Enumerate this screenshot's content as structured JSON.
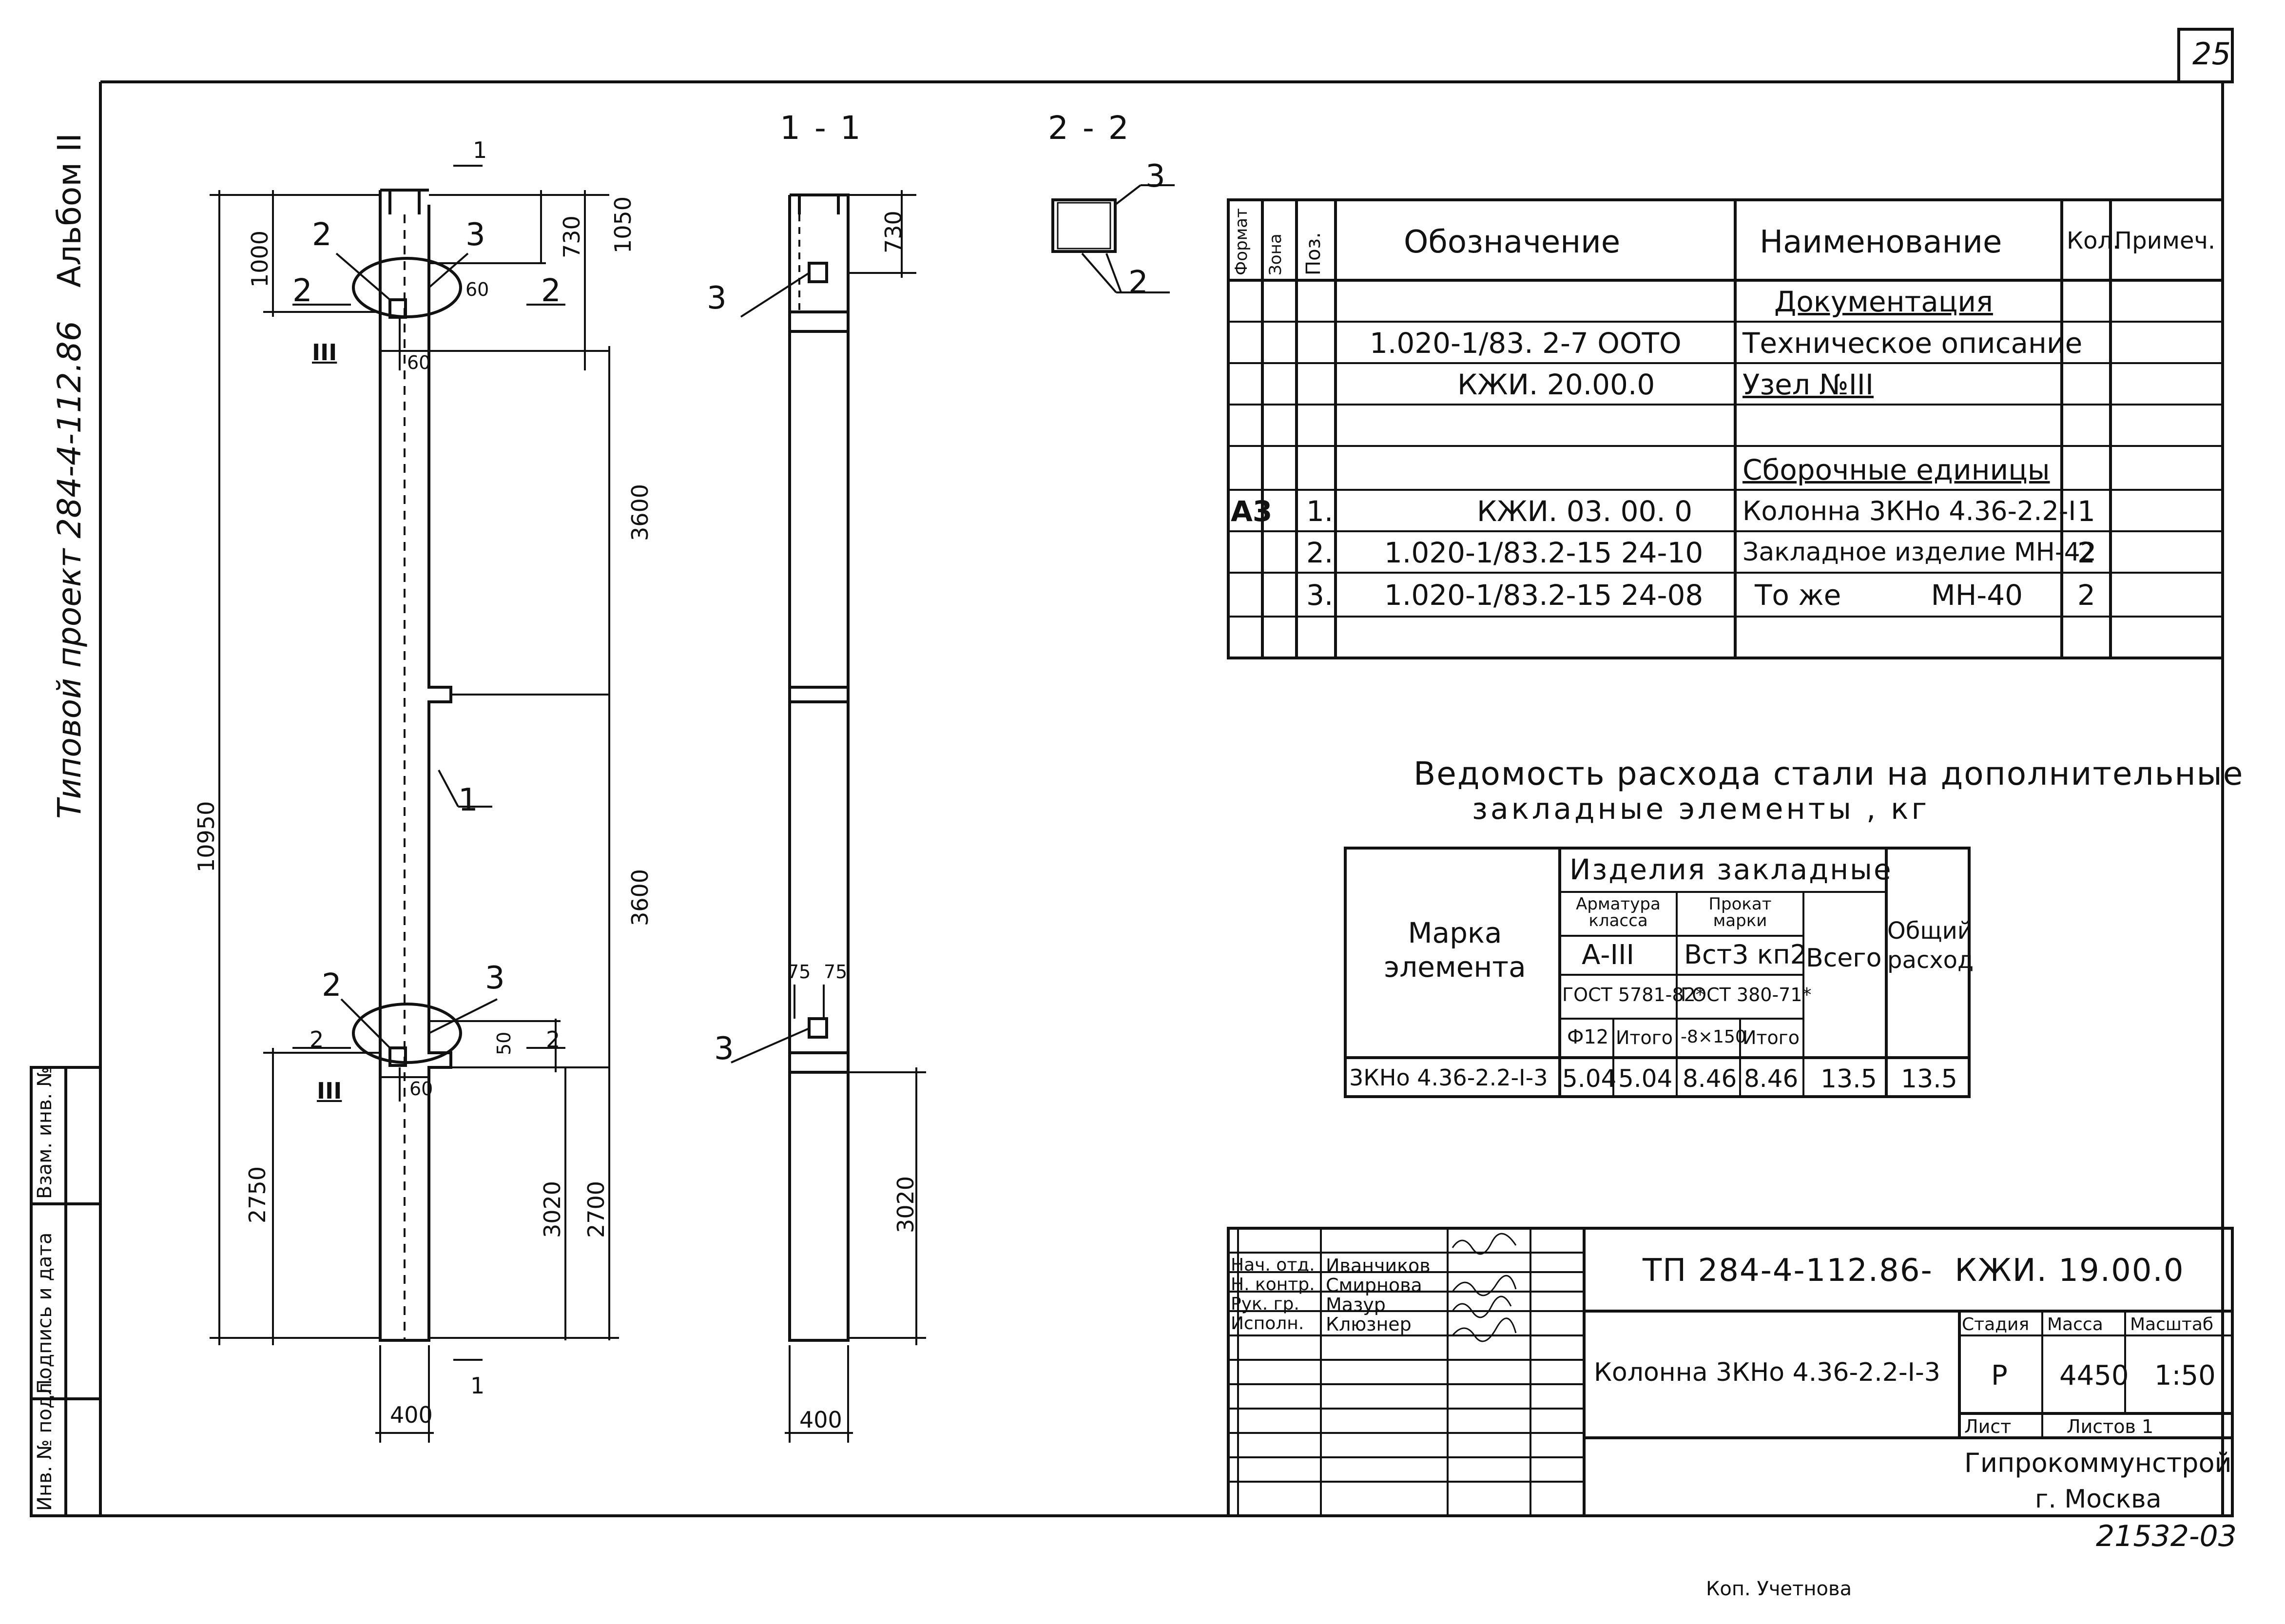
{
  "page_number": "25",
  "margin": {
    "album": "Альбом II",
    "project": "Типовой проект 284-4-112.86",
    "stamp_cells": [
      "Взам. инв. №",
      "Подпись и дата",
      "Инв. № подл."
    ]
  },
  "drawing": {
    "section_1": "1 - 1",
    "section_2": "2 - 2",
    "dims": {
      "top_1000": "1000",
      "top_730": "730",
      "top_1050": "1050",
      "top_60a": "60",
      "top_60b": "60",
      "mid_3600a": "3600",
      "mid_3600b": "3600",
      "total_10950": "10950",
      "bot_50": "50",
      "bot_60": "60",
      "bot_2750": "2750",
      "bot_3020": "3020",
      "bot_2700": "2700",
      "width_400a": "400",
      "width_400b": "400",
      "s1_730": "730",
      "s1_3020": "3020",
      "s1_75a": "75",
      "s1_75b": "75"
    },
    "labels": {
      "pos1": "1",
      "pos2a": "2",
      "pos3a": "3",
      "pos2b": "2",
      "pos3b": "3",
      "pos3_s1a": "3",
      "pos3_s1b": "3",
      "pos3_s2": "3",
      "pos2_s2": "2",
      "node_a": "III",
      "node_b": "III",
      "cut1_top": "1",
      "cut1_bot": "1",
      "cut2_l_top": "2",
      "cut2_r_top": "2",
      "cut2_l_bot": "2",
      "cut2_r_bot": "2"
    }
  },
  "spec": {
    "headers": {
      "format": "Формат",
      "zone": "Зона",
      "pos": "Поз.",
      "designation": "Обозначение",
      "name": "Наименование",
      "qty": "Кол.",
      "note": "Примеч."
    },
    "section_docs": "Документация",
    "section_units": "Сборочные единицы",
    "rows": [
      {
        "format": "",
        "pos": "",
        "designation": "1.020-1/83. 2-7   ООТО",
        "name": "Техническое описание",
        "qty": ""
      },
      {
        "format": "",
        "pos": "",
        "designation": "КЖИ. 20.00.0",
        "name": "Узел №III",
        "qty": ""
      },
      {
        "format": "А3",
        "pos": "1.",
        "designation": "КЖИ. 03. 00. 0",
        "name": "Колонна 3КНо 4.36-2.2-I",
        "qty": "1"
      },
      {
        "format": "",
        "pos": "2.",
        "designation": "1.020-1/83.2-15  24-10",
        "name": "Закладное изделие МН-42",
        "qty": "2"
      },
      {
        "format": "",
        "pos": "3.",
        "designation": "1.020-1/83.2-15  24-08",
        "name": "То же          МН-40",
        "qty": "2"
      }
    ]
  },
  "steel": {
    "title_line1": "Ведомость расхода стали на дополнительные",
    "title_line2": "закладные элементы , кг",
    "h_mark": "Марка элемента",
    "h_items": "Изделия закладные",
    "h_armat": "Арматура класса",
    "h_prokat": "Прокат марки",
    "h_a3": "А-III",
    "h_vst": "Вст3 кп2",
    "h_gost1": "ГОСТ 5781-82*",
    "h_gost2": "ГОСТ 380-71*",
    "h_f12": "Ф12",
    "h_itogo1": "Итого",
    "h_strip": "-8×150",
    "h_itogo2": "Итого",
    "h_total": "Всего",
    "h_general": "Общий расход",
    "row": {
      "mark": "3КНо 4.36-2.2-I-3",
      "f12": "5.04",
      "itogo1": "5.04",
      "strip": "8.46",
      "itogo2": "8.46",
      "total": "13.5",
      "general": "13.5"
    }
  },
  "titleblock": {
    "roles": [
      "Нач. отд.",
      "Н. контр.",
      "Рук. гр.",
      "Исполн."
    ],
    "names": [
      "Иванчиков",
      "Смирнова",
      "Мазур",
      "Клюзнер"
    ],
    "code": "ТП 284-4-112.86-  КЖИ. 19.00.0",
    "element_name": "Колонна 3КНо 4.36-2.2-I-3",
    "h_stage": "Стадия",
    "h_mass": "Масса",
    "h_scale": "Масштаб",
    "stage": "Р",
    "mass": "4450",
    "scale": "1:50",
    "sheet": "Лист",
    "sheets": "Листов 1",
    "org_line1": "Гипрокоммунстрой",
    "org_line2": "г. Москва"
  },
  "inventory_number": "21532-03",
  "footer_note": "Коп. Учетнова"
}
